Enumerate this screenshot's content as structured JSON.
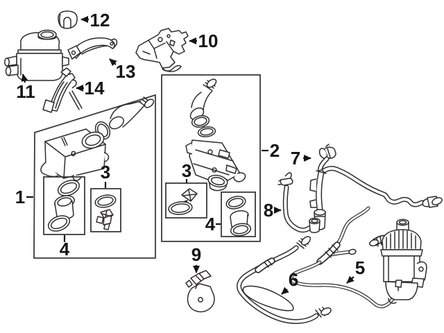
{
  "diagram": {
    "background_color": "#ffffff",
    "line_color": "#2e2b2c",
    "label_color": "#141414",
    "labels": {
      "n1": "1",
      "n2": "2",
      "n3_left": "3",
      "n4_left": "4",
      "n3_mid": "3",
      "n4_mid": "4",
      "n5": "5",
      "n6": "6",
      "n7": "7",
      "n8": "8",
      "n9": "9",
      "n10": "10",
      "n11": "11",
      "n12": "12",
      "n13": "13",
      "n14": "14"
    }
  }
}
